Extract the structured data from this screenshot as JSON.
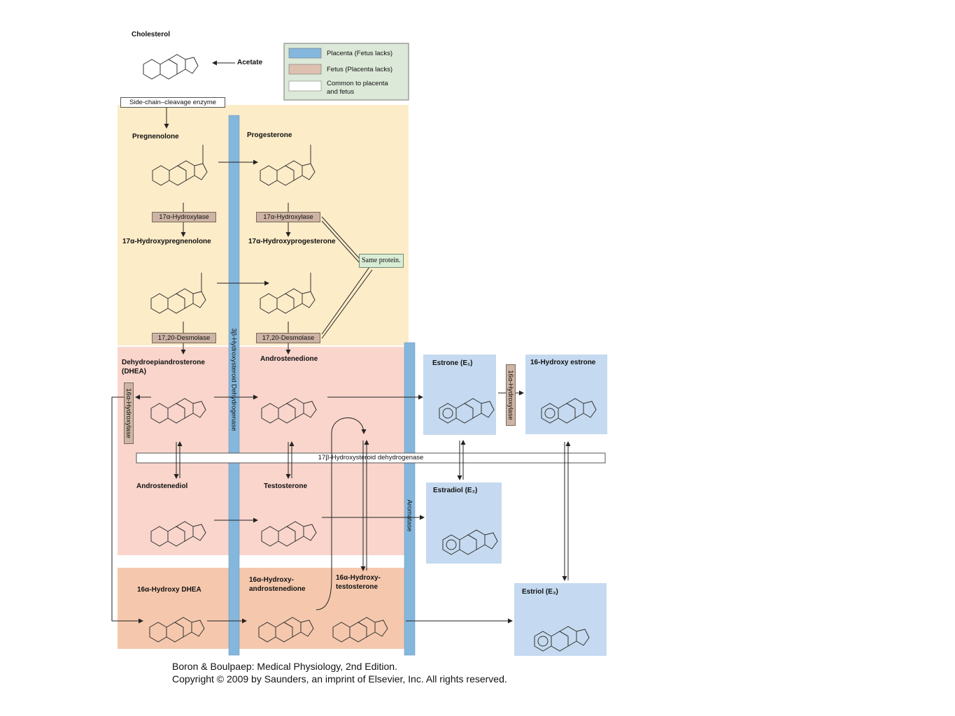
{
  "colors": {
    "placenta": "#c5daf0",
    "placenta_bar": "#85b7dd",
    "fetus_yellow": "#fdecc8",
    "fetus_pink": "#f9d5cc",
    "fetus_orange": "#f5c8ad",
    "enzyme_fill": "#cdb4a4",
    "legend_fill": "#dce8d8"
  },
  "legend": {
    "placenta": "Placenta (Fetus lacks)",
    "fetus": "Fetus (Placenta lacks)",
    "common_line1": "Common to placenta",
    "common_line2": "and fetus"
  },
  "compounds": {
    "cholesterol": "Cholesterol",
    "acetate": "Acetate",
    "pregnenolone": "Pregnenolone",
    "progesterone": "Progesterone",
    "oh_pregnenolone": "17α-Hydroxypregnenolone",
    "oh_progesterone": "17α-Hydroxyprogesterone",
    "dhea_line1": "Dehydroepiandrosterone",
    "dhea_line2": "(DHEA)",
    "androstenedione": "Androstenedione",
    "androstenediol": "Androstenediol",
    "testosterone": "Testosterone",
    "oh_dhea": "16α-Hydroxy DHEA",
    "oh_androstenedione_line1": "16α-Hydroxy-",
    "oh_androstenedione_line2": "androstenedione",
    "oh_testosterone_line1": "16α-Hydroxy-",
    "oh_testosterone_line2": "testosterone",
    "estrone": "Estrone (E₁)",
    "oh_estrone": "16-Hydroxy estrone",
    "estradiol": "Estradiol (E₂)",
    "estriol": "Estriol (E₃)"
  },
  "enzymes": {
    "side_chain": "Side-chain–cleavage enzyme",
    "hydroxylase17_left": "17α-Hydroxylase",
    "hydroxylase17_right": "17α-Hydroxylase",
    "desmolase_left": "17,20-Desmolase",
    "desmolase_right": "17,20-Desmolase",
    "hsd3b": "3β-Hydroxysteroid Dehydrogenase",
    "hydroxylase16_left": "16α-Hydroxylase",
    "hydroxylase16_right": "16α-Hydroxylase",
    "hsd17b": "17β-Hydroxysteroid dehydrogenase",
    "aromatase": "Aromatase",
    "same_protein": "Same protein."
  },
  "credit": {
    "line1": "Boron & Boulpaep: Medical Physiology, 2nd Edition.",
    "line2": "Copyright © 2009 by Saunders, an imprint of Elsevier, Inc. All rights reserved."
  }
}
